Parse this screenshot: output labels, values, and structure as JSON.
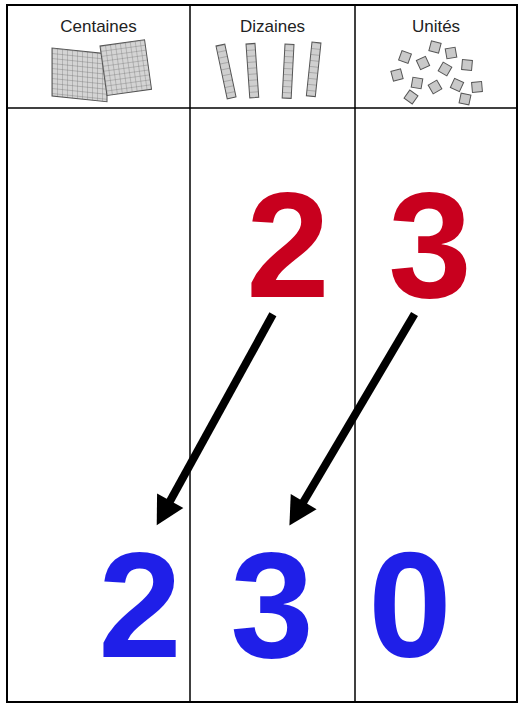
{
  "diagram": {
    "nodes": [
      {
        "text": [
          "Centaines"
        ]
      },
      {
        "text": [
          "Dizaines"
        ]
      },
      {
        "text": [
          "Unités"
        ]
      },
      {
        "text": [
          "2"
        ],
        "in": 1
      },
      {
        "text": [
          "3"
        ],
        "in": 2
      },
      {
        "text": [
          "2"
        ],
        "in": 0
      },
      {
        "text": [
          "3"
        ],
        "in": 1
      },
      {
        "text": [
          "0"
        ],
        "in": 2
      }
    ],
    "edges": [
      {
        "from": 3,
        "to": 5,
        "arrow": "to"
      },
      {
        "from": 4,
        "to": 6,
        "arrow": "to"
      }
    ]
  }
}
